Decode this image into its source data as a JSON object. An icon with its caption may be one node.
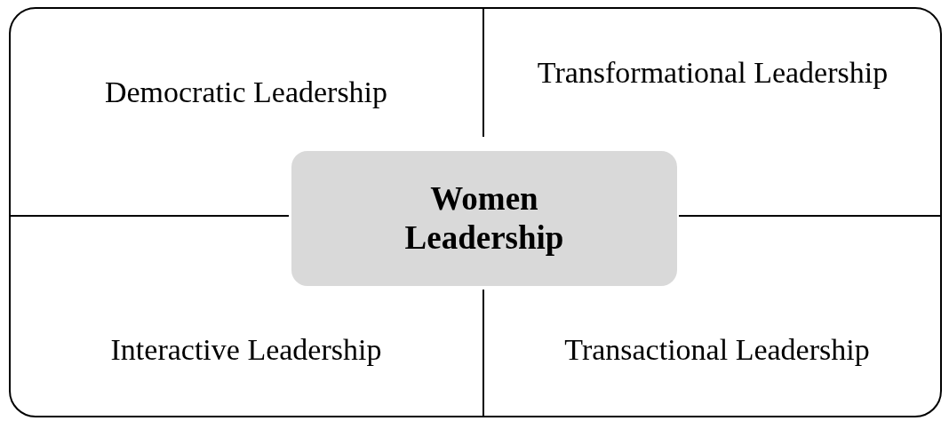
{
  "diagram": {
    "nodes": [
      {
        "text": [
          "Democratic Leadership",
          "Transformational Leadership",
          "Interactive Leadership",
          "Transactional Leadership"
        ]
      },
      {
        "text": [
          "Women Leadership"
        ],
        "in": 0
      }
    ]
  }
}
